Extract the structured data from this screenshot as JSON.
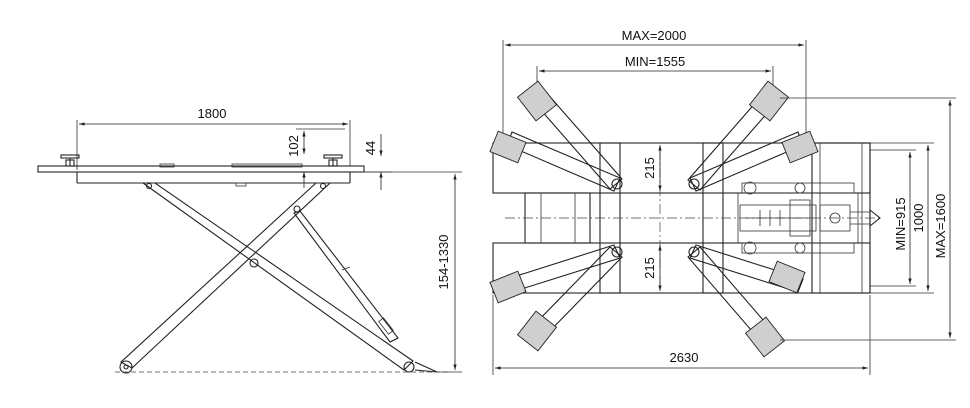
{
  "side_view": {
    "platform_length": "1800",
    "pad_height": "102",
    "platform_thickness": "44",
    "lift_height": "154-1330"
  },
  "top_view": {
    "max_arm_span": "MAX=2000",
    "min_arm_span": "MIN=1555",
    "upper_gap": "215",
    "lower_gap": "215",
    "overall_length": "2630",
    "min_width": "MIN=915",
    "width": "1000",
    "max_width": "MAX=1600"
  }
}
